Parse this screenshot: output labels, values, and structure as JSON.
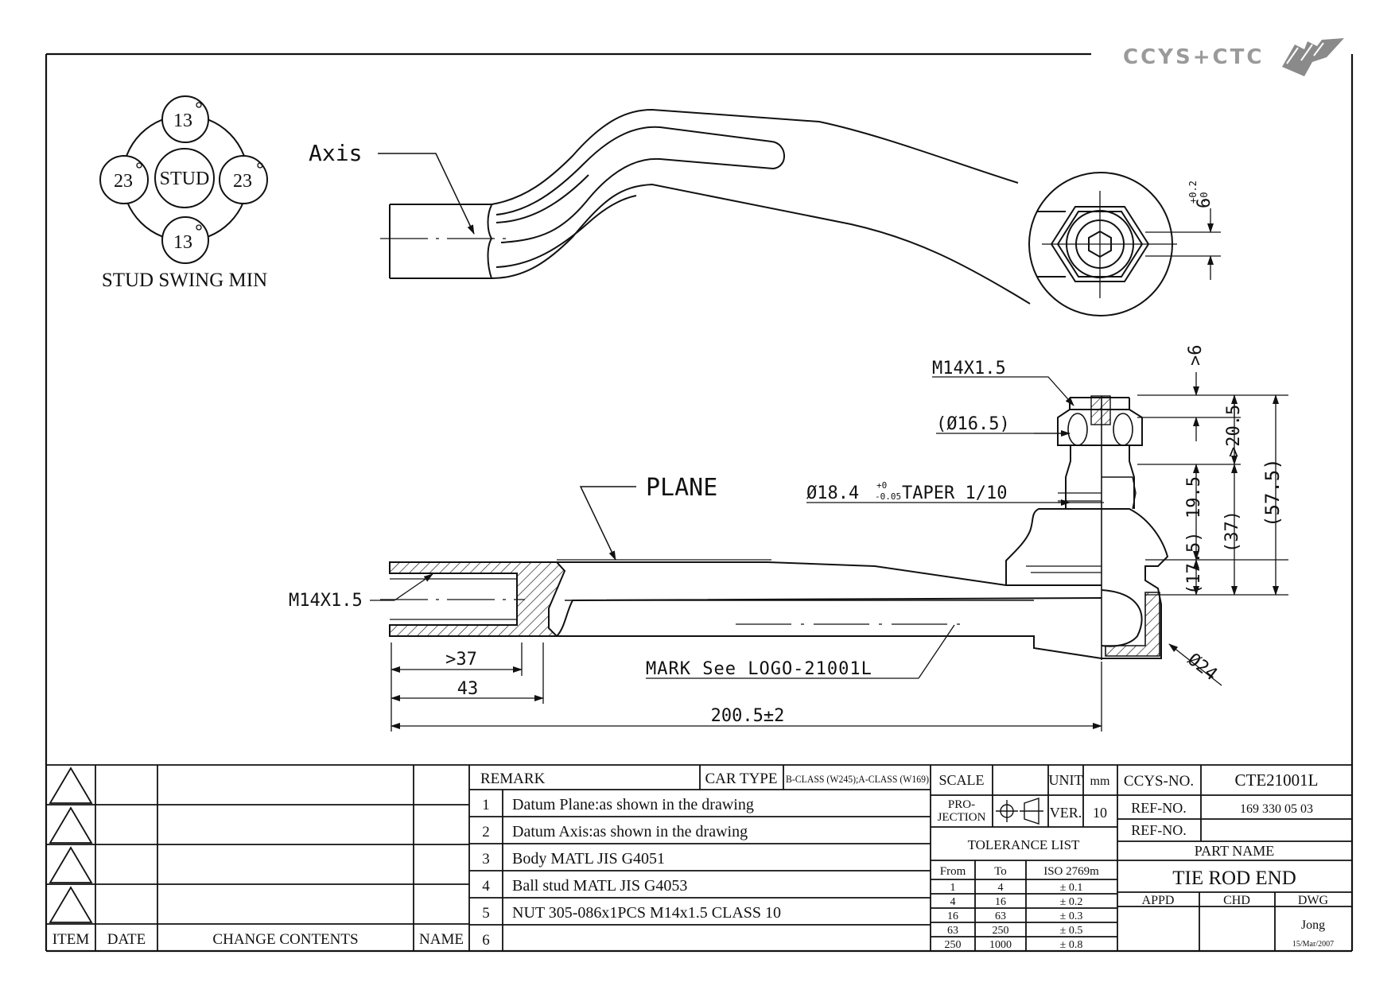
{
  "logo": {
    "text": "CCYS+CTC"
  },
  "swing": {
    "center": "STUD",
    "top": "13",
    "bottom": "13",
    "left": "23",
    "right": "23",
    "title": "STUD SWING MIN"
  },
  "labels": {
    "axis": "Axis",
    "plane": "PLANE",
    "m14_left": "M14X1.5",
    "m14_top": "M14X1.5",
    "d165": "(Ø16.5)",
    "taper": "Ø18.4",
    "taper_tol_up": "+0",
    "taper_tol_dn": "-0.05",
    "taper_rest": "TAPER 1/10",
    "mark": "MARK See LOGO-21001L",
    "d24": "Ø24",
    "dim_6": "6",
    "dim_6_up": "+0.2",
    "dim_6_dn": "-0",
    "dim_gt6": ">6",
    "dim_205": ">20.5",
    "dim_195": "19.5",
    "dim_175": "(17.5)",
    "dim_37v": "(37)",
    "dim_575": "(57.5)",
    "dim_gt37": ">37",
    "dim_43": "43",
    "dim_total": "200.5±2"
  },
  "revisions": {
    "headers": {
      "item": "ITEM",
      "date": "DATE",
      "contents": "CHANGE CONTENTS",
      "name": "NAME"
    }
  },
  "remarks": {
    "header": "REMARK",
    "car_type_label": "CAR TYPE",
    "car_type_value": "B-CLASS (W245);A-CLASS (W169)",
    "items": [
      {
        "num": "1",
        "text": "Datum Plane:as shown in the drawing"
      },
      {
        "num": "2",
        "text": "Datum Axis:as shown in the drawing"
      },
      {
        "num": "3",
        "text": "Body MATL JIS G4051"
      },
      {
        "num": "4",
        "text": "Ball stud MATL JIS G4053"
      },
      {
        "num": "5",
        "text": "NUT 305-086x1PCS M14x1.5 CLASS 10"
      },
      {
        "num": "6",
        "text": ""
      }
    ]
  },
  "title_block": {
    "scale_label": "SCALE",
    "unit_label": "UNIT",
    "unit_value": "mm",
    "projection_line1": "PRO-",
    "projection_line2": "JECTION",
    "ver_label": "VER.",
    "ver_value": "10",
    "tolerance_title": "TOLERANCE LIST",
    "tol_from": "From",
    "tol_to": "To",
    "tol_std": "ISO 2769m",
    "tolerance_rows": [
      {
        "from": "1",
        "to": "4",
        "tol": "± 0.1"
      },
      {
        "from": "4",
        "to": "16",
        "tol": "± 0.2"
      },
      {
        "from": "16",
        "to": "63",
        "tol": "± 0.3"
      },
      {
        "from": "63",
        "to": "250",
        "tol": "± 0.5"
      },
      {
        "from": "250",
        "to": "1000",
        "tol": "± 0.8"
      }
    ],
    "ccys_label": "CCYS-NO.",
    "ccys_value": "CTE21001L",
    "ref1_label": "REF-NO.",
    "ref1_value": "169 330 05 03",
    "ref2_label": "REF-NO.",
    "ref2_value": "",
    "part_name_label": "PART NAME",
    "part_name_value": "TIE ROD END",
    "appd": "APPD",
    "chd": "CHD",
    "dwg": "DWG",
    "dwg_name": "Jong",
    "dwg_date": "15/Mar/2007"
  }
}
